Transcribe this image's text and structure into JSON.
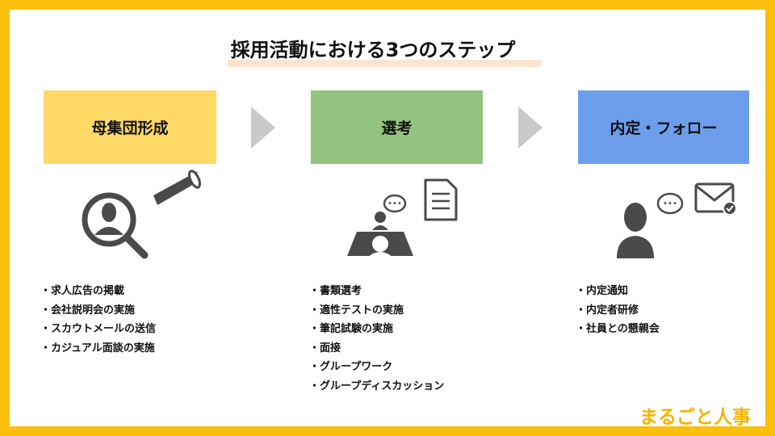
{
  "title": "採用活動における3つのステップ",
  "steps": [
    {
      "label": "母集団形成",
      "color": "#FFD966",
      "items": [
        "・求人広告の掲載",
        "・会社説明会の実施",
        "・スカウトメールの送信",
        "・カジュアル面談の実施"
      ]
    },
    {
      "label": "選考",
      "color": "#93C47D",
      "items": [
        "・書類選考",
        "・適性テストの実施",
        "・筆記試験の実施",
        "・面接",
        "・グループワーク",
        "・グループディスカッション"
      ]
    },
    {
      "label": "内定・フォロー",
      "color": "#6D9EEB",
      "items": [
        "・内定通知",
        "・内定者研修",
        "・社員との懇親会"
      ]
    }
  ],
  "logo": "まるごと人事",
  "colors": {
    "border": "#FBBF0E",
    "icon": "#4A4A4A",
    "arrow": "#C9C9C9"
  }
}
